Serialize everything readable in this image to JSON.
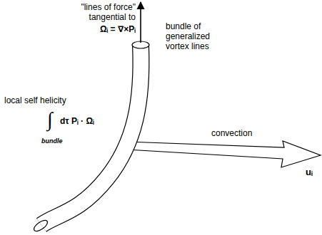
{
  "diagram": {
    "labels": [
      "\"lines of force\" tangential to",
      "Ωᵢ = ∇×Pᵢ",
      "bundle of generalized vortex lines",
      "local self helicity",
      "∫",
      "bundle",
      "dτ Pᵢ · Ωᵢ",
      "convection",
      "uᵢ"
    ]
  }
}
